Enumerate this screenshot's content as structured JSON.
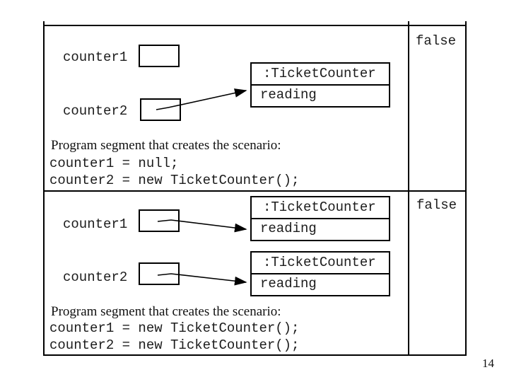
{
  "page": {
    "number": "14"
  },
  "colors": {
    "line": "#000000",
    "text": "#1c1c1c",
    "background": "#ffffff"
  },
  "panels": [
    {
      "variables": [
        {
          "label": "counter1"
        },
        {
          "label": "counter2"
        }
      ],
      "objects": [
        {
          "class_label": ":TicketCounter",
          "field_label": "reading"
        }
      ],
      "caption": "Program segment that creates the scenario:",
      "code_lines": [
        "counter1 = null;",
        "counter2 = new TicketCounter();"
      ],
      "result": "false"
    },
    {
      "variables": [
        {
          "label": "counter1"
        },
        {
          "label": "counter2"
        }
      ],
      "objects": [
        {
          "class_label": ":TicketCounter",
          "field_label": "reading"
        },
        {
          "class_label": ":TicketCounter",
          "field_label": "reading"
        }
      ],
      "caption": "Program segment that creates the scenario:",
      "code_lines": [
        "counter1 = new TicketCounter();",
        "counter2 = new TicketCounter();"
      ],
      "result": "false"
    }
  ]
}
